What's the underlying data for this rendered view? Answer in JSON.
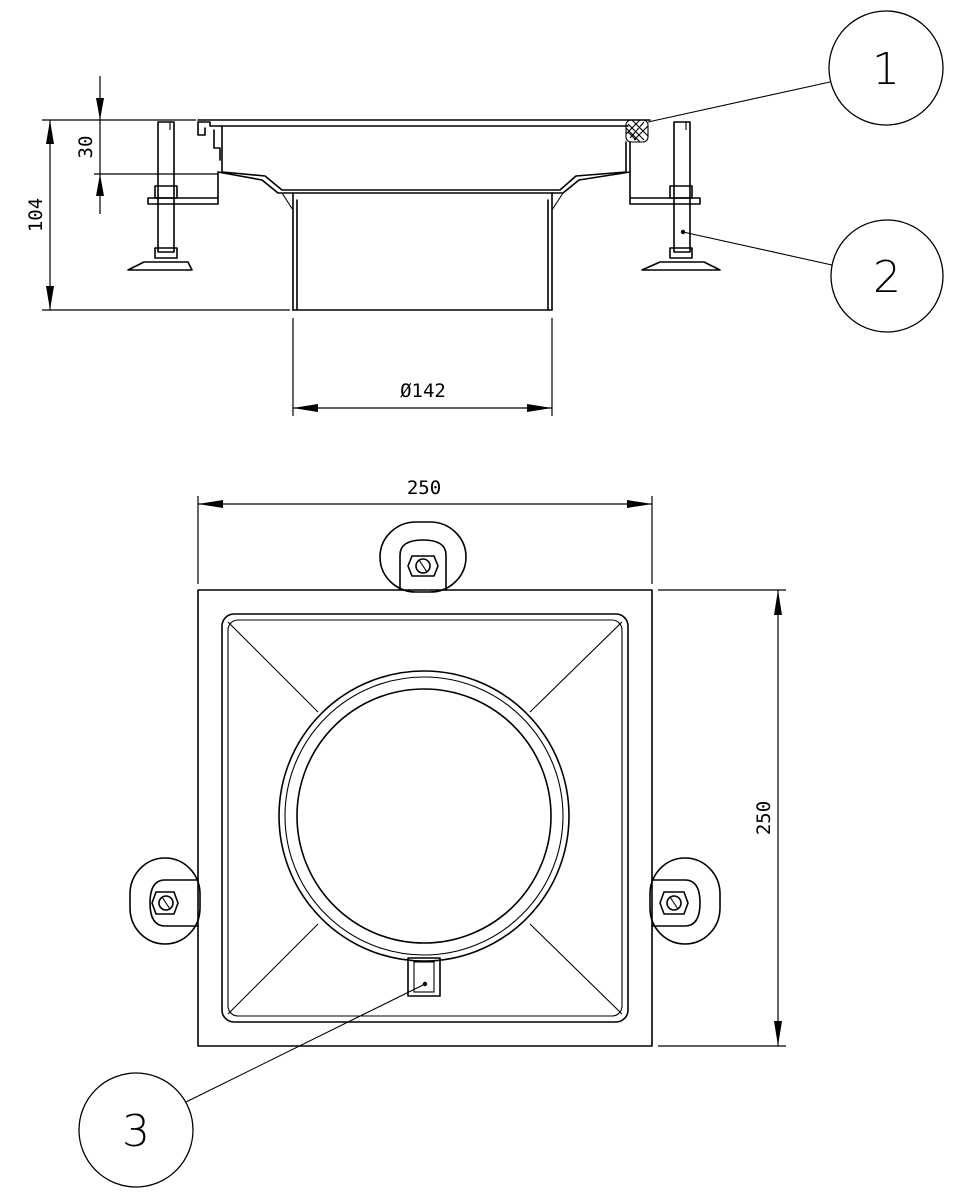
{
  "dimensions": {
    "overall_height": "104",
    "flange_depth": "30",
    "outlet_diameter": "Ø142",
    "width": "250",
    "depth": "250"
  },
  "balloons": [
    {
      "id": "balloon-1",
      "label": "1"
    },
    {
      "id": "balloon-2",
      "label": "2"
    },
    {
      "id": "balloon-3",
      "label": "3"
    }
  ],
  "colors": {
    "line": "#000000",
    "background": "#ffffff"
  }
}
